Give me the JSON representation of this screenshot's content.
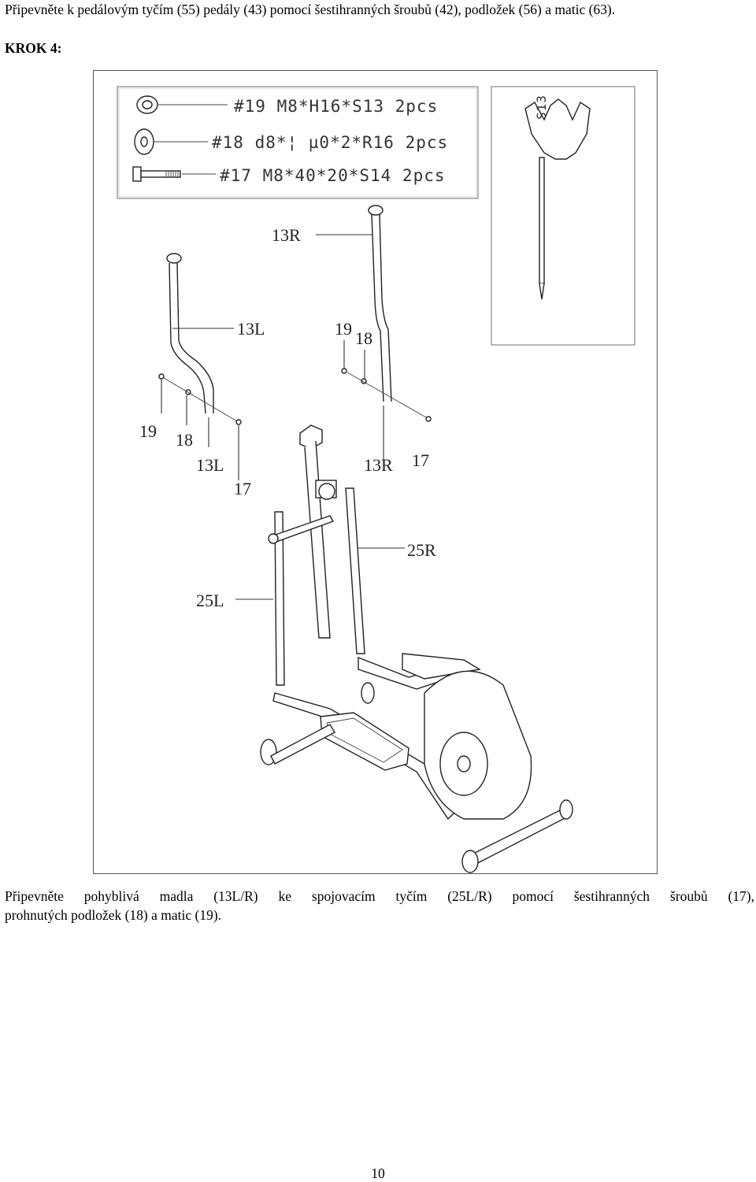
{
  "intro_text": "Připevněte k pedálovým tyčím (55) pedály (43) pomocí šestihranných šroubů (42), podložek (56) a matic (63).",
  "step_heading": "KROK 4:",
  "hardware": {
    "item19": "#19 M8*H16*S13 2pcs",
    "item18": "#18 d8*¦ µ0*2*R16 2pcs",
    "item17": "#17 M8*40*20*S14 2pcs"
  },
  "wrench_label": "S13",
  "labels": {
    "upper_13r": "13R",
    "upper_13l": "13L",
    "upper_19": "19",
    "upper_18": "18",
    "left_19": "19",
    "left_18": "18",
    "left_13l": "13L",
    "left_17": "17",
    "right_13r": "13R",
    "right_17": "17",
    "r_25r": "25R",
    "l_25l": "25L"
  },
  "caption_line1": "Připevněte pohyblivá madla (13L/R) ke spojovacím tyčím (25L/R) pomocí šestihranných šroubů (17),",
  "caption_line2": "prohnutých podložek (18) a matic (19).",
  "page_number": "10"
}
